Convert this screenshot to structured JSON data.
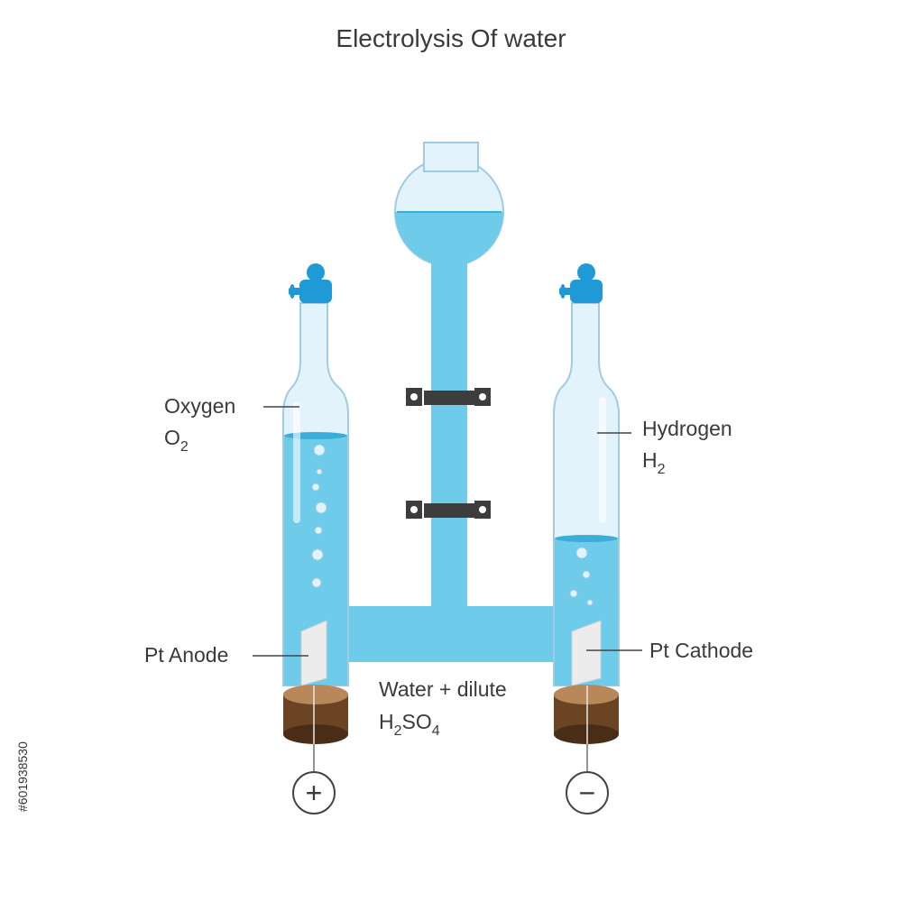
{
  "title": "Electrolysis Of water",
  "labels": {
    "oxygen_name": "Oxygen",
    "oxygen_formula_base": "O",
    "oxygen_formula_sub": "2",
    "hydrogen_name": "Hydrogen",
    "hydrogen_formula_base": "H",
    "hydrogen_formula_sub": "2",
    "anode": "Pt Anode",
    "cathode": "Pt Cathode",
    "electrolyte_line1": "Water + dilute",
    "electrolyte_formula": {
      "h": "H",
      "h_sub": "2",
      "so": "SO",
      "so_sub": "4"
    }
  },
  "terminals": {
    "positive": "+",
    "negative": "−"
  },
  "stock_id": "#601938530",
  "colors": {
    "water": "#6ecbea",
    "water_surface": "#3aaed9",
    "glass": "#e3f3fb",
    "glass_outline": "#9fcbe3",
    "stopcock": "#1f9ad6",
    "rubber_top": "#b8875a",
    "rubber_body": "#6b4424",
    "clamp": "#3d3d3d",
    "electrode": "#ececec"
  },
  "icons": [
    "stopcock-icon",
    "bubble-icon",
    "clamp-icon",
    "plus-icon",
    "minus-icon"
  ]
}
